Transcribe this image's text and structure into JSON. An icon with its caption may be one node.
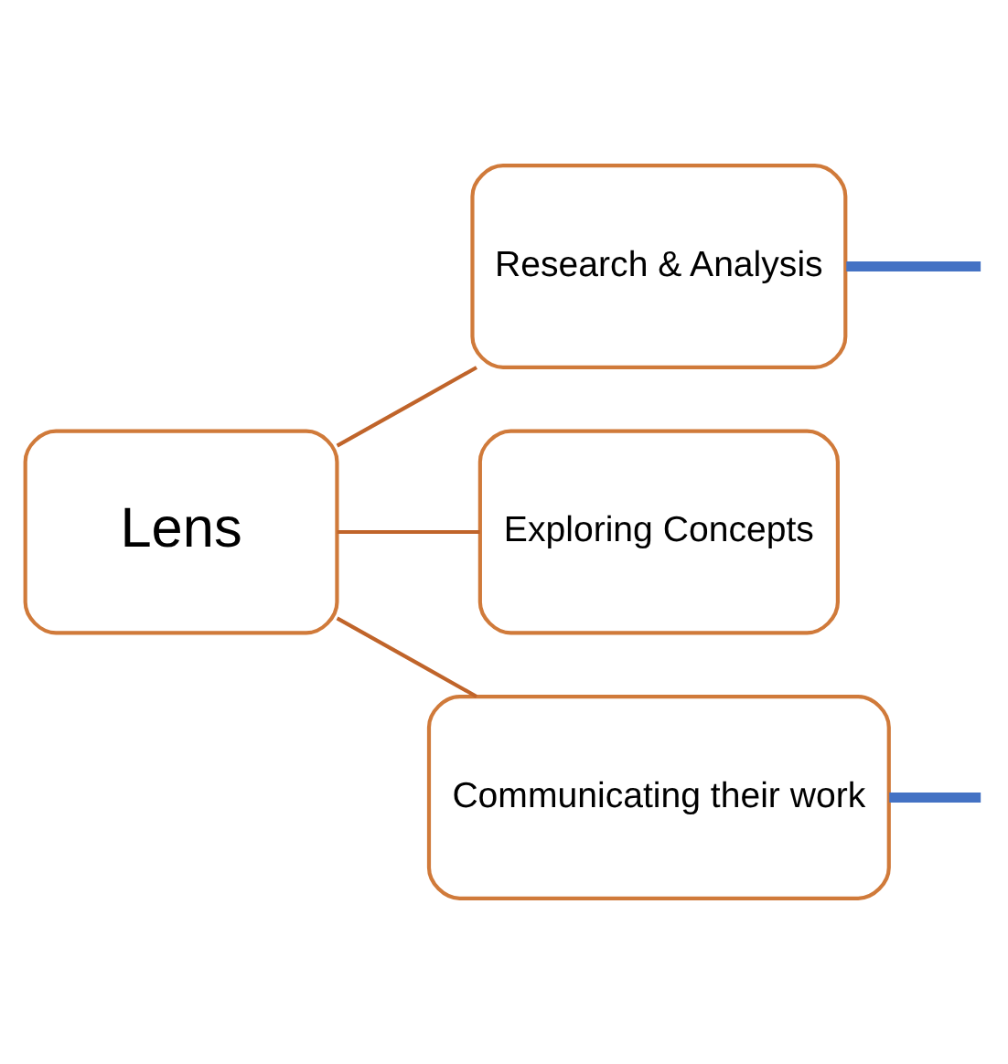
{
  "diagram": {
    "nodes": [
      {
        "text": [
          "Lens"
        ]
      },
      {
        "text": [
          "Research & Analysis"
        ]
      },
      {
        "text": [
          "Exploring Concepts"
        ]
      },
      {
        "text": [
          "Communicating their work"
        ]
      }
    ],
    "edges": [
      {
        "from": 0,
        "to": 1,
        "arrow": "none"
      },
      {
        "from": 0,
        "to": 2,
        "arrow": "none"
      },
      {
        "from": 0,
        "to": 3,
        "arrow": "none"
      },
      {
        "from": 1,
        "to": null,
        "arrow": "none",
        "style": "thick",
        "color": "#4472c4"
      },
      {
        "from": 3,
        "to": null,
        "arrow": "none",
        "style": "thick",
        "color": "#4472c4"
      }
    ]
  }
}
